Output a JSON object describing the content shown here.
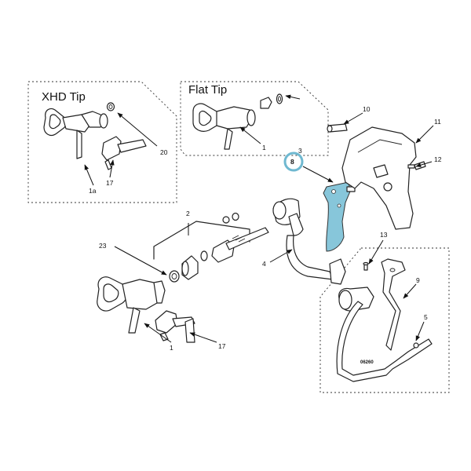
{
  "titles": {
    "xhd_tip": "XHD Tip",
    "flat_tip": "Flat Tip"
  },
  "callouts": {
    "c1": "1",
    "c1b": "1",
    "c1a": "1a",
    "c2": "2",
    "c3": "3",
    "c4": "4",
    "c5": "5",
    "c8": "8",
    "c9": "9",
    "c10": "10",
    "c11": "11",
    "c12": "12",
    "c13": "13",
    "c17": "17",
    "c17b": "17",
    "c20": "20",
    "c23": "23"
  },
  "figure_number": "06260",
  "highlight": {
    "part": "8",
    "color": "#87c6da",
    "ring_color": "#6fb8d0"
  }
}
